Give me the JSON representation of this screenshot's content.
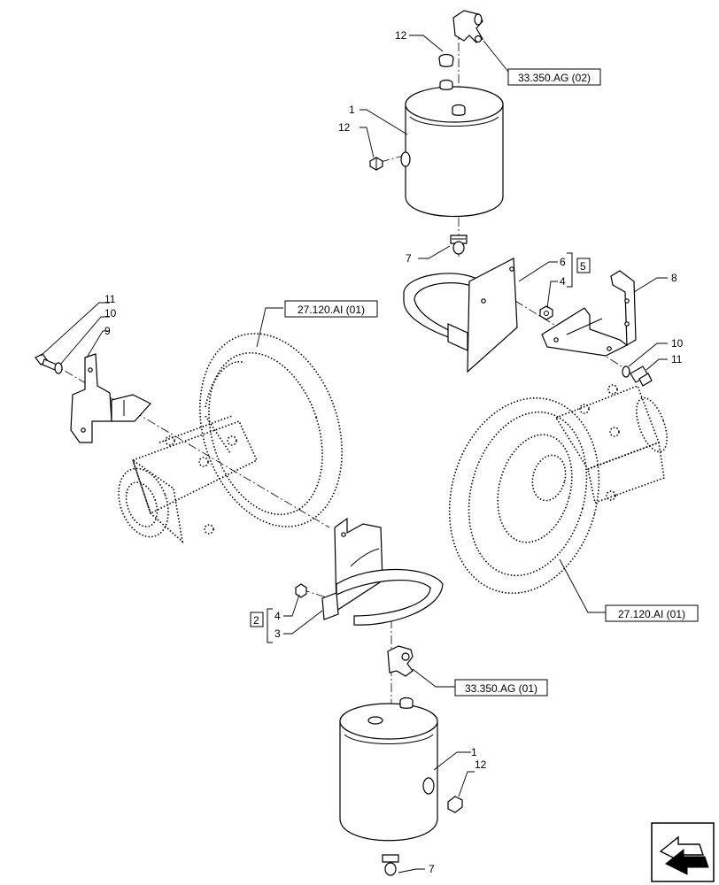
{
  "callouts": {
    "c12_top": "12",
    "c1_top": "1",
    "c12_side": "12",
    "c7_top": "7",
    "c6": "6",
    "c4_top": "4",
    "c5": "5",
    "c8": "8",
    "c11_left": "11",
    "c10_left": "10",
    "c9": "9",
    "c10_right": "10",
    "c11_right": "11",
    "c4_bottom": "4",
    "c2": "2",
    "c3": "3",
    "c1_bottom": "1",
    "c12_bottom": "12",
    "c7_bottom": "7"
  },
  "references": {
    "ref_33350ag_02": "33.350.AG (02)",
    "ref_27120ai_left": "27.120.AI (01)",
    "ref_27120ai_right": "27.120.AI (01)",
    "ref_33350ag_01": "33.350.AG (01)"
  },
  "icons": {
    "nav": "previous-page-arrow-icon"
  }
}
